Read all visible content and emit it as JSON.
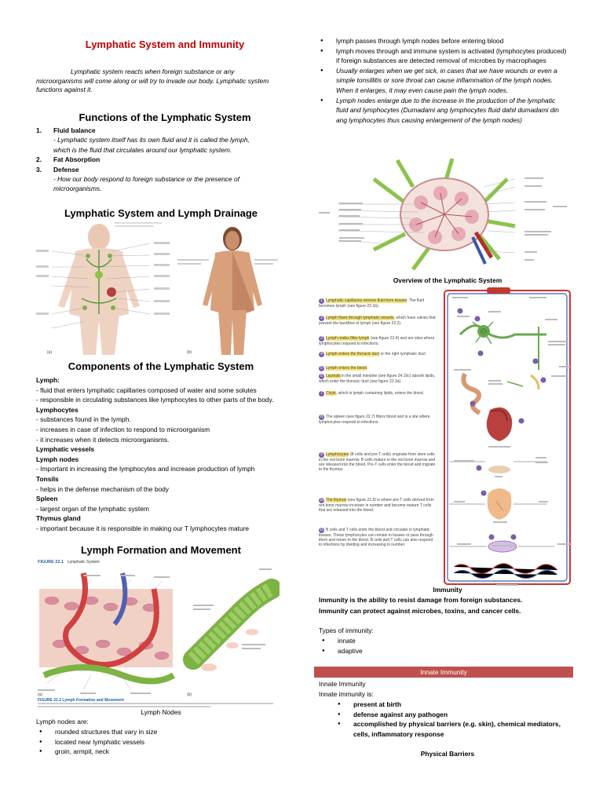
{
  "title": "Lymphatic System and Immunity",
  "intro": "Lymphatic system reacts when foreign substance or any microorganisms will come along or will try to invade our body. Lymphatic system functions against it.",
  "functions": {
    "heading": "Functions of the Lymphatic System",
    "items": [
      {
        "num": "1.",
        "title": "Fluid balance",
        "desc": "- Lymphatic system itself has its own fluid and it is called the lymph, which is the fluid that circulates around our lymphatic system."
      },
      {
        "num": "2.",
        "title": "Fat Absorption",
        "desc": ""
      },
      {
        "num": "3.",
        "title": "Defense",
        "desc": "- How our body respond to foreign substance or the presence of microorganisms."
      }
    ]
  },
  "drainage": {
    "heading": "Lymphatic System and Lymph Drainage"
  },
  "components": {
    "heading": "Components of the Lymphatic System",
    "lines": [
      {
        "text": "Lymph:",
        "bold": true
      },
      {
        "text": "- fluid that enters lymphatic capillaries composed of water and some solutes",
        "bold": false
      },
      {
        "text": "- responsible in circulating substances like lymphocytes to other parts of the body.",
        "bold": false
      },
      {
        "text": "Lymphocytes",
        "bold": true
      },
      {
        "text": "- substances found in the lymph.",
        "bold": false
      },
      {
        "text": "- increases in case of infection to respond to microorganism",
        "bold": false
      },
      {
        "text": "- it increases when it detects microorganisms.",
        "bold": false
      },
      {
        "text": "Lymphatic vessels",
        "bold": true
      },
      {
        "text": "Lymph nodes",
        "bold": true
      },
      {
        "text": "- Important in increasing the lymphocytes and increase production of lymph",
        "bold": false
      },
      {
        "text": "Tonsils",
        "bold": true
      },
      {
        "text": "- helps in the defense mechanism of the body",
        "bold": false
      },
      {
        "text": "Spleen",
        "bold": true
      },
      {
        "text": "- largest organ of the lymphatic system",
        "bold": false
      },
      {
        "text": "Thymus gland",
        "bold": true
      },
      {
        "text": "- important because it is responsible in making our T lymphocytes mature",
        "bold": false
      }
    ]
  },
  "formation": {
    "heading": "Lymph Formation and Movement",
    "figure_label": "FIGURE 22.1",
    "figure_title": "Lymphatic System",
    "figure_bottom": "FIGURE 22.2  Lymph Formation and Movement",
    "caption": "Lymph Nodes"
  },
  "lymph_nodes": {
    "intro": "Lymph nodes are:",
    "bullets": [
      "rounded structures that vary in size",
      "located near lymphatic vessels",
      "groin, armpit, neck"
    ]
  },
  "right_bullets": [
    {
      "text": "lymph passes through lymph nodes before entering blood",
      "italic": false
    },
    {
      "text": "lymph moves through and immune system is activated (lymphocytes produced) if foreign substances are detected removal of microbes by macrophages",
      "italic": false
    },
    {
      "text": "Usually enlarges when we get sick, in cases that we have wounds or even a simple tonsillitis or sore throat can cause inflammation of the lymph nodes. When it enlarges, it may even cause pain the lymph nodes.",
      "italic": true
    },
    {
      "text": "Lymph nodes enlarge due to the increase in the production of the lymphatic fluid and lymphocytes (Dumadami ang lymphocytes fluid dahil dumadami din ang lymphocytes thus causing enlargement of the lymph nodes)",
      "italic": true
    }
  ],
  "overview_caption": "Overview of the Lymphatic System",
  "immunity": {
    "heading": "Immunity",
    "lines": [
      "Immunity is the ability to resist damage from foreign substances.",
      "Immunity can protect against microbes, toxins, and cancer cells."
    ],
    "types_label": "Types of immunity:",
    "types": [
      "innate",
      "adaptive"
    ]
  },
  "innate": {
    "banner": "Innate Immunity",
    "heading": "Innate Immunity",
    "label": "Innate immunity is:",
    "bullets": [
      "present at birth",
      "defense against any pathogen",
      "accomplished by physical barriers (e.g. skin), chemical mediators, cells, inflammatory response"
    ],
    "physical": "Physical Barriers"
  },
  "colors": {
    "title": "#c00000",
    "banner": "#c0504d",
    "lymph_green": "#6aa84f",
    "blood_red": "#cc3333"
  }
}
